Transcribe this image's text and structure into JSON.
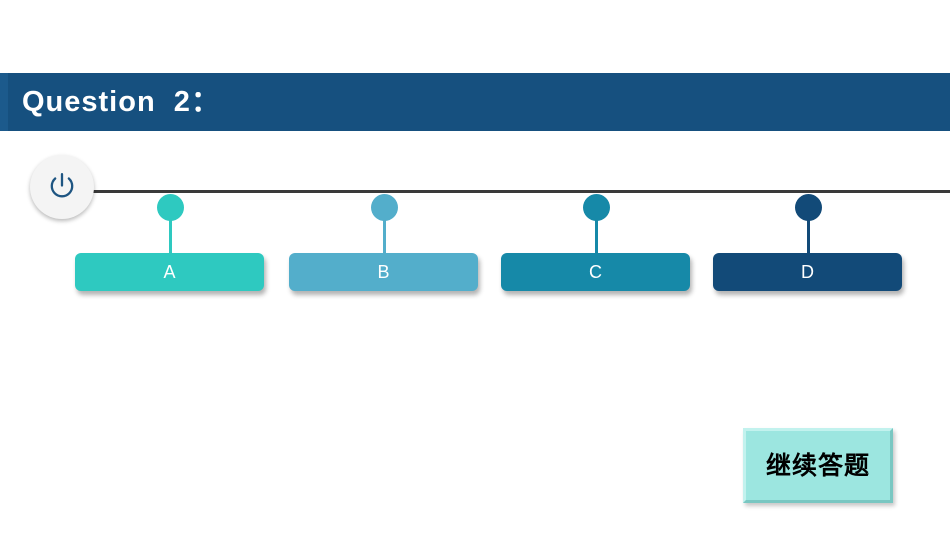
{
  "slide": {
    "background_color": "#ffffff",
    "header": {
      "title": "Question  2：",
      "background_color": "#16507f",
      "text_color": "#ffffff"
    },
    "power_button": {
      "icon": "power-icon",
      "icon_color": "#1e5582",
      "background_color": "#f4f4f4"
    },
    "timeline": {
      "line_color": "#3a3a3a"
    },
    "options": [
      {
        "label": "A",
        "color": "#2ec9c0",
        "dot_color": "#2ec9c0",
        "stem_color": "#2ec9c0"
      },
      {
        "label": "B",
        "color": "#53aecb",
        "dot_color": "#53aecb",
        "stem_color": "#53aecb"
      },
      {
        "label": "C",
        "color": "#1689a8",
        "dot_color": "#1689a8",
        "stem_color": "#1689a8"
      },
      {
        "label": "D",
        "color": "#124a78",
        "dot_color": "#124a78",
        "stem_color": "#124a78"
      }
    ],
    "continue_button": {
      "label": "继续答题",
      "background_color": "#9ce6e0",
      "text_color": "#000000"
    }
  }
}
